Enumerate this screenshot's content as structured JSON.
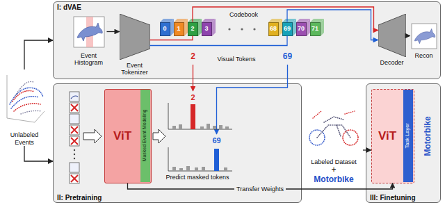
{
  "diagram": {
    "nodes": [
      {
        "text": [
          "Unlabeled Events"
        ]
      },
      {
        "text": [
          "I: dVAE"
        ]
      },
      {
        "text": [
          "Event Histogram"
        ],
        "in": 1
      },
      {
        "text": [
          "Event Tokenizer"
        ],
        "in": 1
      },
      {
        "text": [
          "Codebook"
        ],
        "in": 1
      },
      {
        "text": [
          "0"
        ],
        "in": 4
      },
      {
        "text": [
          "1"
        ],
        "in": 4
      },
      {
        "text": [
          "2"
        ],
        "in": 4
      },
      {
        "text": [
          "3"
        ],
        "in": 4
      },
      {
        "text": [
          "68"
        ],
        "in": 4
      },
      {
        "text": [
          "69"
        ],
        "in": 4
      },
      {
        "text": [
          "70"
        ],
        "in": 4
      },
      {
        "text": [
          "71"
        ],
        "in": 4
      },
      {
        "text": [
          "Decoder"
        ],
        "in": 1
      },
      {
        "text": [
          "Recon"
        ],
        "in": 1
      },
      {
        "text": [
          "II: Pretraining"
        ]
      },
      {
        "text": [
          "ViT"
        ],
        "in": 15
      },
      {
        "text": [
          "Masked Event Modeling"
        ],
        "in": 16
      },
      {
        "text": [
          "Labeled Dataset",
          "+",
          "Motorbike"
        ]
      },
      {
        "text": [
          "III: Finetuning"
        ]
      },
      {
        "text": [
          "ViT"
        ],
        "in": 19
      },
      {
        "text": [
          "Task Layer"
        ],
        "in": 20
      }
    ],
    "edges": [
      {
        "from": 0,
        "to": 1,
        "arrow": "to"
      },
      {
        "from": 0,
        "to": 15,
        "arrow": "to"
      },
      {
        "from": 2,
        "to": 3,
        "arrow": "to"
      },
      {
        "from": 3,
        "to": 7,
        "arrow": "none"
      },
      {
        "from": 3,
        "to": 10,
        "arrow": "none"
      },
      {
        "from": 7,
        "to": 13,
        "arrow": "to"
      },
      {
        "from": 10,
        "to": 13,
        "arrow": "to"
      },
      {
        "from": 13,
        "to": 14,
        "arrow": "to"
      },
      {
        "from": 16,
        "to": 20,
        "label": "Transfer Weights",
        "arrow": "to"
      },
      {
        "from": 18,
        "to": 20,
        "arrow": "to"
      }
    ],
    "labels": [
      "Visual Tokens",
      "2",
      "69",
      "2",
      "69",
      "Predict masked tokens",
      "Motorbike"
    ]
  }
}
